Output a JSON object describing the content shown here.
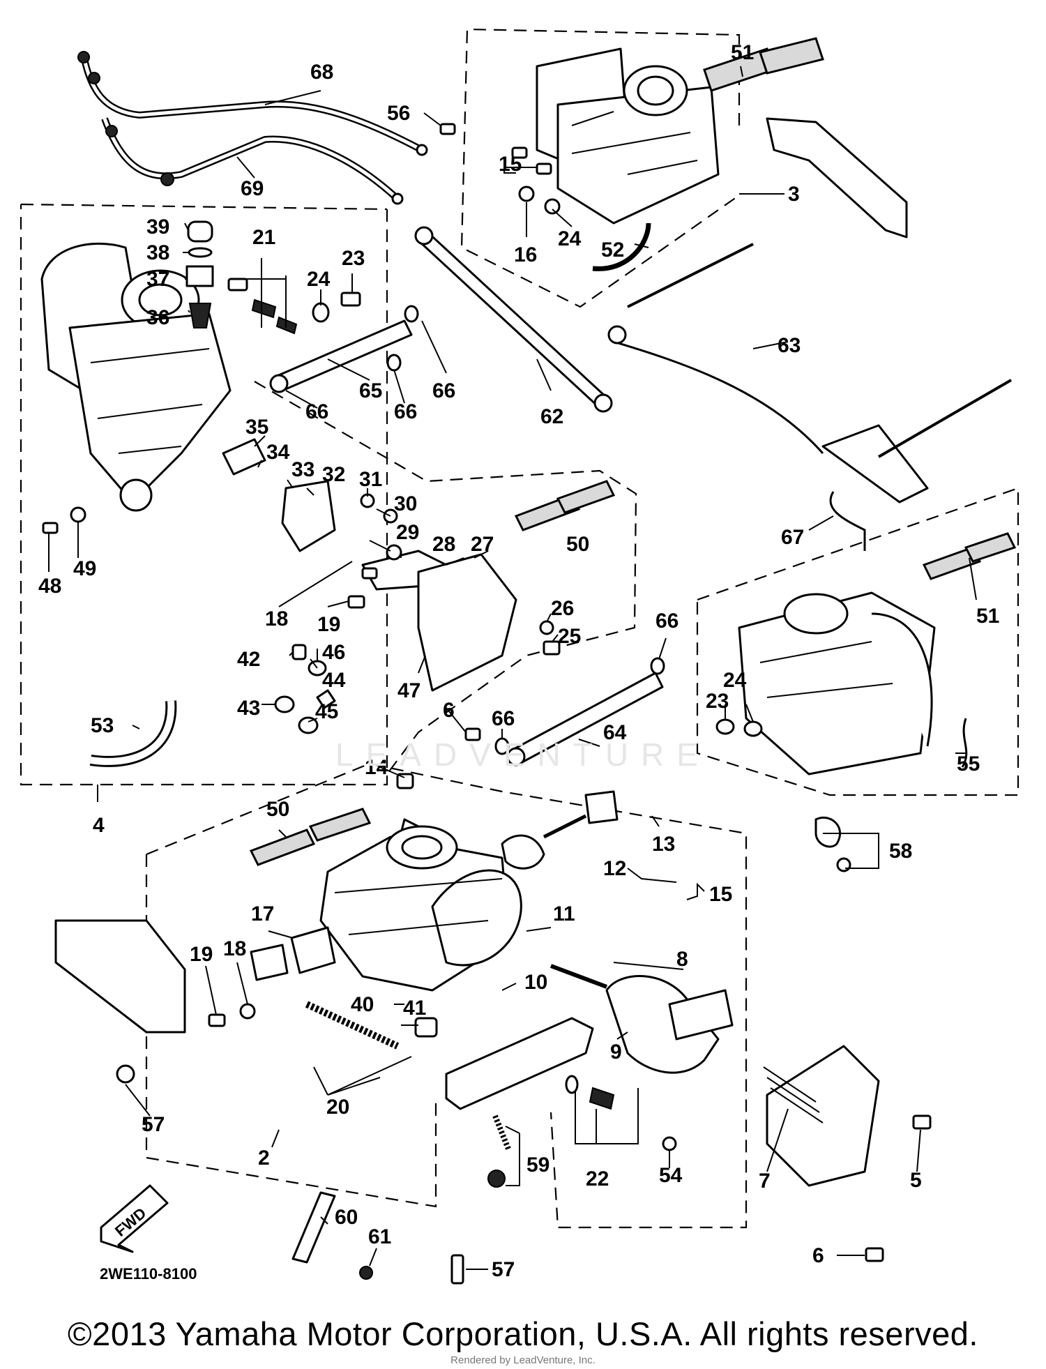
{
  "diagram": {
    "drawing_code": "2WE110-8100",
    "fwd_label": "FWD",
    "watermark": "LEADVENTURE",
    "callouts": [
      {
        "id": "c68",
        "label": "68"
      },
      {
        "id": "c69",
        "label": "69"
      },
      {
        "id": "c56",
        "label": "56"
      },
      {
        "id": "c51a",
        "label": "51"
      },
      {
        "id": "c15a",
        "label": "15"
      },
      {
        "id": "c3",
        "label": "3"
      },
      {
        "id": "c24a",
        "label": "24"
      },
      {
        "id": "c16",
        "label": "16"
      },
      {
        "id": "c52",
        "label": "52"
      },
      {
        "id": "c39",
        "label": "39"
      },
      {
        "id": "c38",
        "label": "38"
      },
      {
        "id": "c37",
        "label": "37"
      },
      {
        "id": "c36",
        "label": "36"
      },
      {
        "id": "c21",
        "label": "21"
      },
      {
        "id": "c24b",
        "label": "24"
      },
      {
        "id": "c23a",
        "label": "23"
      },
      {
        "id": "c66a",
        "label": "66"
      },
      {
        "id": "c66b",
        "label": "66"
      },
      {
        "id": "c65",
        "label": "65"
      },
      {
        "id": "c66c",
        "label": "66"
      },
      {
        "id": "c62",
        "label": "62"
      },
      {
        "id": "c63",
        "label": "63"
      },
      {
        "id": "c35",
        "label": "35"
      },
      {
        "id": "c34",
        "label": "34"
      },
      {
        "id": "c33",
        "label": "33"
      },
      {
        "id": "c32",
        "label": "32"
      },
      {
        "id": "c31",
        "label": "31"
      },
      {
        "id": "c30",
        "label": "30"
      },
      {
        "id": "c29",
        "label": "29"
      },
      {
        "id": "c28",
        "label": "28"
      },
      {
        "id": "c27",
        "label": "27"
      },
      {
        "id": "c50a",
        "label": "50"
      },
      {
        "id": "c67",
        "label": "67"
      },
      {
        "id": "c51b",
        "label": "51"
      },
      {
        "id": "c48",
        "label": "48"
      },
      {
        "id": "c49",
        "label": "49"
      },
      {
        "id": "c18a",
        "label": "18"
      },
      {
        "id": "c19a",
        "label": "19"
      },
      {
        "id": "c42",
        "label": "42"
      },
      {
        "id": "c46",
        "label": "46"
      },
      {
        "id": "c44",
        "label": "44"
      },
      {
        "id": "c43",
        "label": "43"
      },
      {
        "id": "c45",
        "label": "45"
      },
      {
        "id": "c47",
        "label": "47"
      },
      {
        "id": "c6a",
        "label": "6"
      },
      {
        "id": "c26",
        "label": "26"
      },
      {
        "id": "c25",
        "label": "25"
      },
      {
        "id": "c66d",
        "label": "66"
      },
      {
        "id": "c24c",
        "label": "24"
      },
      {
        "id": "c23b",
        "label": "23"
      },
      {
        "id": "c53",
        "label": "53"
      },
      {
        "id": "c66e",
        "label": "66"
      },
      {
        "id": "c64",
        "label": "64"
      },
      {
        "id": "c55",
        "label": "55"
      },
      {
        "id": "c4",
        "label": "4"
      },
      {
        "id": "c14",
        "label": "14"
      },
      {
        "id": "c50b",
        "label": "50"
      },
      {
        "id": "c13",
        "label": "13"
      },
      {
        "id": "c58",
        "label": "58"
      },
      {
        "id": "c12",
        "label": "12"
      },
      {
        "id": "c15b",
        "label": "15"
      },
      {
        "id": "c17",
        "label": "17"
      },
      {
        "id": "c11",
        "label": "11"
      },
      {
        "id": "c8",
        "label": "8"
      },
      {
        "id": "c19b",
        "label": "19"
      },
      {
        "id": "c18b",
        "label": "18"
      },
      {
        "id": "c40",
        "label": "40"
      },
      {
        "id": "c41",
        "label": "41"
      },
      {
        "id": "c10",
        "label": "10"
      },
      {
        "id": "c9",
        "label": "9"
      },
      {
        "id": "c20",
        "label": "20"
      },
      {
        "id": "c57a",
        "label": "57"
      },
      {
        "id": "c2",
        "label": "2"
      },
      {
        "id": "c59",
        "label": "59"
      },
      {
        "id": "c22",
        "label": "22"
      },
      {
        "id": "c54",
        "label": "54"
      },
      {
        "id": "c7",
        "label": "7"
      },
      {
        "id": "c5",
        "label": "5"
      },
      {
        "id": "c60",
        "label": "60"
      },
      {
        "id": "c61",
        "label": "61"
      },
      {
        "id": "c6b",
        "label": "6"
      },
      {
        "id": "c57b",
        "label": "57"
      }
    ]
  },
  "footer": {
    "copyright": "©2013 Yamaha Motor Corporation, U.S.A. All rights reserved.",
    "rendered_by": "Rendered by LeadVenture, Inc."
  }
}
